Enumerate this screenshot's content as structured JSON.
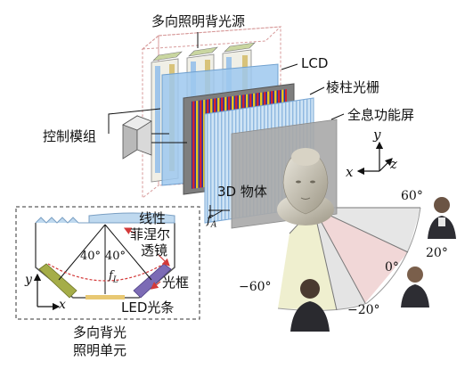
{
  "labels": {
    "backlight_source": "多向照明背光源",
    "lcd": "LCD",
    "prism_grating": "棱柱光栅",
    "holographic_screen": "全息功能屏",
    "control_module": "控制模组",
    "object_3d": "3D 物体",
    "focal_a": "f",
    "focal_a_sub": "A",
    "fresnel_lens_1": "线性",
    "fresnel_lens_2": "菲涅尔",
    "fresnel_lens_3": "透镜",
    "light_frame": "光框",
    "led_strip": "LED光条",
    "unit_caption_1": "多向背光",
    "unit_caption_2": "照明单元",
    "angle_left": "40°",
    "angle_right": "40°",
    "focal_l": "f",
    "focal_l_sub": "L"
  },
  "axes_main": {
    "y": "y",
    "x": "x",
    "z": "z"
  },
  "axes_inset": {
    "y": "y",
    "x": "x"
  },
  "view_angles": {
    "deg_60": "60°",
    "deg_20": "20°",
    "deg_0": "0°",
    "deg_neg20": "−20°",
    "deg_neg60": "−60°"
  },
  "colors": {
    "lcd_red": "#d6262a",
    "lcd_blue": "#2233aa",
    "lcd_yellow": "#e8c61d",
    "glass_blue": "#9ec8ef",
    "screen_gray": "#a9a9a9",
    "sector_yellow": "#efefcf",
    "sector_pink": "#f1d7d7",
    "sector_gray": "#e6e6e6",
    "led_olive": "#a5ad48",
    "led_purple": "#7c6bb5",
    "dashed_red": "#d33a3a"
  }
}
